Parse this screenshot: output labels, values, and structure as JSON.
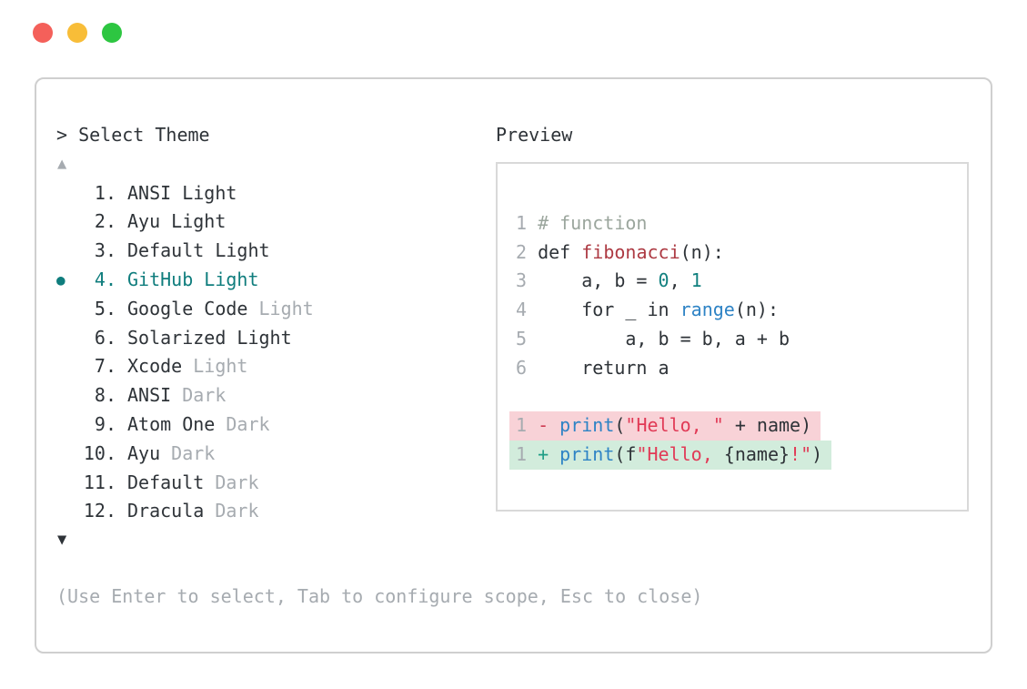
{
  "window": {
    "controls": [
      {
        "name": "close",
        "color": "#f4605a"
      },
      {
        "name": "minimize",
        "color": "#f8bd38"
      },
      {
        "name": "zoom",
        "color": "#2dc641"
      }
    ]
  },
  "prompt": {
    "caret": ">",
    "title": "Select Theme",
    "full": "> Select Theme"
  },
  "list": {
    "scroll_up_glyph": "▲",
    "scroll_down_glyph": "▼",
    "themes": [
      {
        "number": "1.",
        "parts": [
          {
            "text": "ANSI Light",
            "muted": false
          }
        ],
        "selected": false
      },
      {
        "number": "2.",
        "parts": [
          {
            "text": "Ayu Light",
            "muted": false
          }
        ],
        "selected": false
      },
      {
        "number": "3.",
        "parts": [
          {
            "text": "Default Light",
            "muted": false
          }
        ],
        "selected": false
      },
      {
        "number": "4.",
        "parts": [
          {
            "text": "GitHub Light",
            "muted": false
          }
        ],
        "selected": true
      },
      {
        "number": "5.",
        "parts": [
          {
            "text": "Google Code ",
            "muted": false
          },
          {
            "text": "Light",
            "muted": true
          }
        ],
        "selected": false
      },
      {
        "number": "6.",
        "parts": [
          {
            "text": "Solarized Light",
            "muted": false
          }
        ],
        "selected": false
      },
      {
        "number": "7.",
        "parts": [
          {
            "text": "Xcode ",
            "muted": false
          },
          {
            "text": "Light",
            "muted": true
          }
        ],
        "selected": false
      },
      {
        "number": "8.",
        "parts": [
          {
            "text": "ANSI ",
            "muted": false
          },
          {
            "text": "Dark",
            "muted": true
          }
        ],
        "selected": false
      },
      {
        "number": "9.",
        "parts": [
          {
            "text": "Atom One ",
            "muted": false
          },
          {
            "text": "Dark",
            "muted": true
          }
        ],
        "selected": false
      },
      {
        "number": "10.",
        "parts": [
          {
            "text": "Ayu ",
            "muted": false
          },
          {
            "text": "Dark",
            "muted": true
          }
        ],
        "selected": false
      },
      {
        "number": "11.",
        "parts": [
          {
            "text": "Default ",
            "muted": false
          },
          {
            "text": "Dark",
            "muted": true
          }
        ],
        "selected": false
      },
      {
        "number": "12.",
        "parts": [
          {
            "text": "Dracula ",
            "muted": false
          },
          {
            "text": "Dark",
            "muted": true
          }
        ],
        "selected": false
      }
    ],
    "selected_bullet_glyph": "●"
  },
  "preview": {
    "title": "Preview",
    "code_lines": [
      {
        "num": "1",
        "tokens": [
          {
            "t": "# function",
            "c": "comment"
          }
        ]
      },
      {
        "num": "2",
        "tokens": [
          {
            "t": "def ",
            "c": "text"
          },
          {
            "t": "fibonacci",
            "c": "func"
          },
          {
            "t": "(n):",
            "c": "text"
          }
        ]
      },
      {
        "num": "3",
        "tokens": [
          {
            "t": "    a, b = ",
            "c": "text"
          },
          {
            "t": "0",
            "c": "num"
          },
          {
            "t": ", ",
            "c": "text"
          },
          {
            "t": "1",
            "c": "num"
          }
        ]
      },
      {
        "num": "4",
        "tokens": [
          {
            "t": "    for _ in ",
            "c": "text"
          },
          {
            "t": "range",
            "c": "builtin"
          },
          {
            "t": "(n):",
            "c": "text"
          }
        ]
      },
      {
        "num": "5",
        "tokens": [
          {
            "t": "        a, b = b, a + b",
            "c": "text"
          }
        ]
      },
      {
        "num": "6",
        "tokens": [
          {
            "t": "    return a",
            "c": "text"
          }
        ]
      },
      {
        "num": "",
        "tokens": []
      },
      {
        "num": "1",
        "bg": "removed",
        "tokens": [
          {
            "t": "- ",
            "c": "sign-removed"
          },
          {
            "t": "print",
            "c": "builtin"
          },
          {
            "t": "(",
            "c": "text"
          },
          {
            "t": "\"Hello, \"",
            "c": "string"
          },
          {
            "t": " + name)",
            "c": "text"
          }
        ]
      },
      {
        "num": "1",
        "bg": "added",
        "tokens": [
          {
            "t": "+ ",
            "c": "sign-added"
          },
          {
            "t": "print",
            "c": "builtin"
          },
          {
            "t": "(f",
            "c": "text"
          },
          {
            "t": "\"Hello, ",
            "c": "string"
          },
          {
            "t": "{name}",
            "c": "text"
          },
          {
            "t": "!\"",
            "c": "string"
          },
          {
            "t": ")",
            "c": "text"
          }
        ]
      }
    ]
  },
  "footer": {
    "help": "(Use Enter to select, Tab to configure scope, Esc to close)"
  },
  "colors": {
    "accent_teal": "#0f7d7d",
    "text": "#2e3338",
    "muted_gray": "#a6abb0",
    "comment": "#9ba69d",
    "function_name_red": "#ad3a43",
    "number_literal_teal": "#11807f",
    "builtin_blue": "#2e83c5",
    "string_red": "#e13a56",
    "removed_sign": "#ce3b52",
    "added_sign": "#1f9e86",
    "removed_line_bg": "#f8d2d7",
    "added_line_bg": "#d2ecdc",
    "panel_border": "#cfcfcf",
    "preview_border": "#d9d9d9"
  }
}
